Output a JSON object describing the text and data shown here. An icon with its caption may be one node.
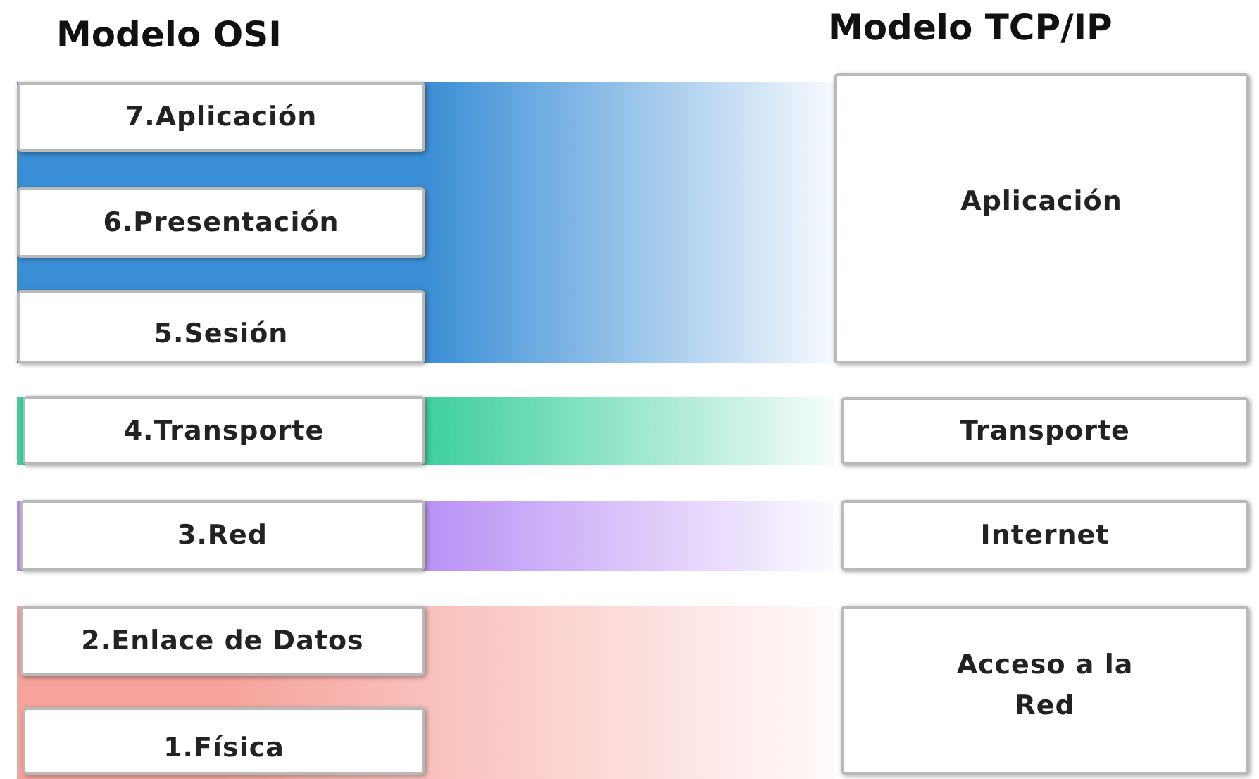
{
  "diagram": {
    "nodes": [
      {
        "text": [
          "7.Aplicación"
        ]
      },
      {
        "text": [
          "6.Presentación"
        ]
      },
      {
        "text": [
          "5.Sesión"
        ]
      },
      {
        "text": [
          "4.Transporte"
        ]
      },
      {
        "text": [
          "3.Red"
        ]
      },
      {
        "text": [
          "2.Enlace de Datos"
        ]
      },
      {
        "text": [
          "1.Física"
        ]
      },
      {
        "text": [
          "Aplicación"
        ]
      },
      {
        "text": [
          "Transporte"
        ]
      },
      {
        "text": [
          "Internet"
        ]
      },
      {
        "text": [
          "Acceso a la Red"
        ]
      }
    ],
    "labels": [
      "Modelo OSI",
      "Modelo TCP/IP"
    ]
  }
}
